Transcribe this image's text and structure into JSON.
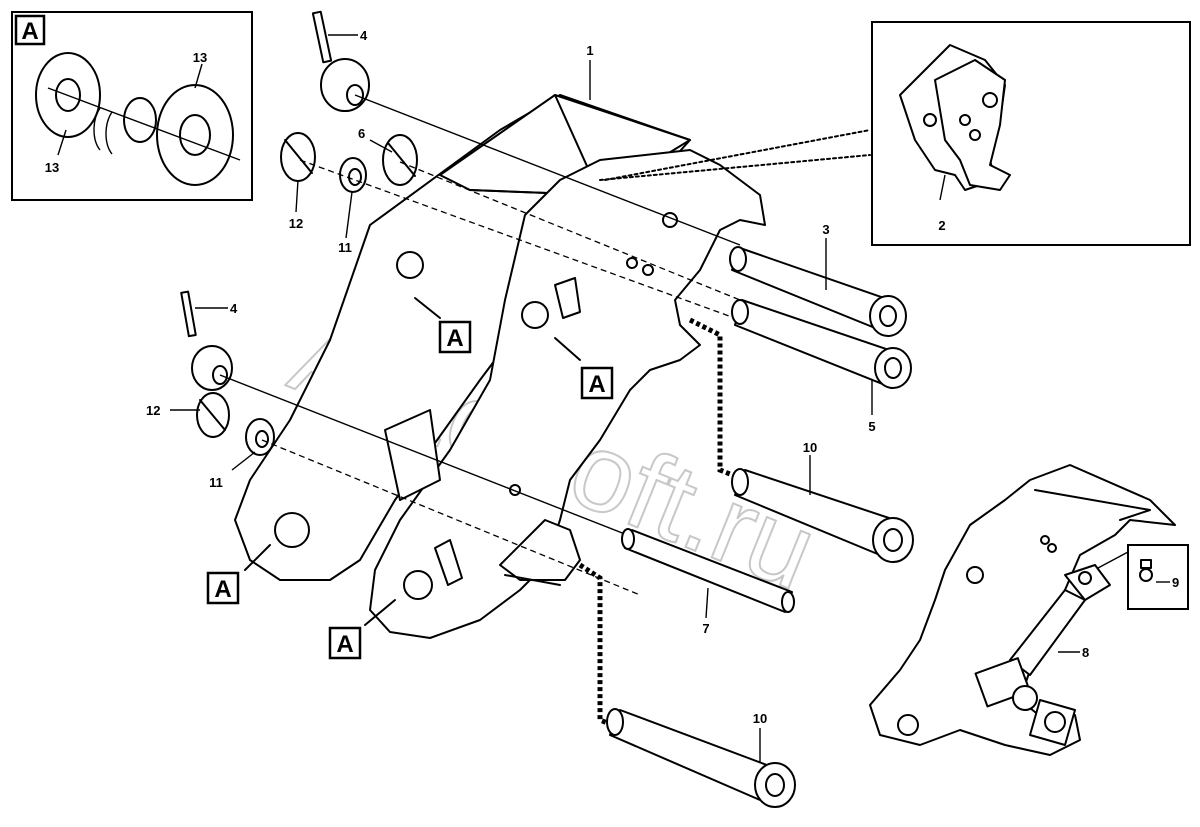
{
  "diagram": {
    "watermark": "AutoSoft.ru",
    "detail_label": "A",
    "callouts": {
      "c1": "1",
      "c2": "2",
      "c3": "3",
      "c4a": "4",
      "c4b": "4",
      "c5": "5",
      "c6": "6",
      "c7": "7",
      "c8": "8",
      "c9": "9",
      "c10a": "10",
      "c10b": "10",
      "c11a": "11",
      "c11b": "11",
      "c12a": "12",
      "c12b": "12",
      "c13a": "13",
      "c13b": "13"
    }
  }
}
